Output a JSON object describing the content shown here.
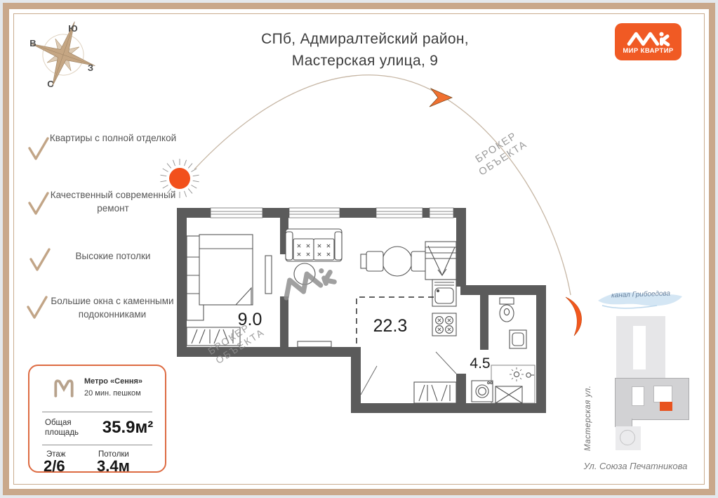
{
  "header": {
    "title_line1": "СПб, Адмиралтейский район,",
    "title_line2": "Мастерская улица, 9"
  },
  "brand": {
    "name": "МИР КВАРТИР"
  },
  "compass": {
    "top": "Ю",
    "left": "В",
    "right": "З",
    "bottom": "С"
  },
  "features": [
    {
      "text": "Квартиры с полной отделкой"
    },
    {
      "text": "Качественный современный ремонт"
    },
    {
      "text": "Высокие потолки"
    },
    {
      "text": "Большие окна с каменными подоконниками"
    }
  ],
  "watermark": {
    "line1": "БРОКЕР",
    "line2": "ОБЪЕКТА"
  },
  "floor_plan": {
    "bedroom_area": "9.0",
    "living_area": "22.3",
    "bath_area": "4.5"
  },
  "info_card": {
    "metro_name": "Метро «Сення»",
    "metro_walk": "20 мин. пешком",
    "total_area_label": "Общая площадь",
    "total_area_value": "35.9м²",
    "floor_label": "Этаж",
    "floor_value": "2/6",
    "ceiling_label": "Потолки",
    "ceiling_value": "3.4м"
  },
  "site_map": {
    "canal_label": "канал Грибоедова",
    "street_left": "Мастерская ул.",
    "street_bottom": "Ул. Союза Печатникова"
  },
  "colors": {
    "brand_orange": "#f05a24",
    "sun_orange": "#f2501c",
    "moon_orange": "#f2571d",
    "frame_tan": "#c9a88b",
    "check_tan": "#c2a587",
    "marker_orange": "#e8531f",
    "wall_gray": "#5b5b5b"
  }
}
